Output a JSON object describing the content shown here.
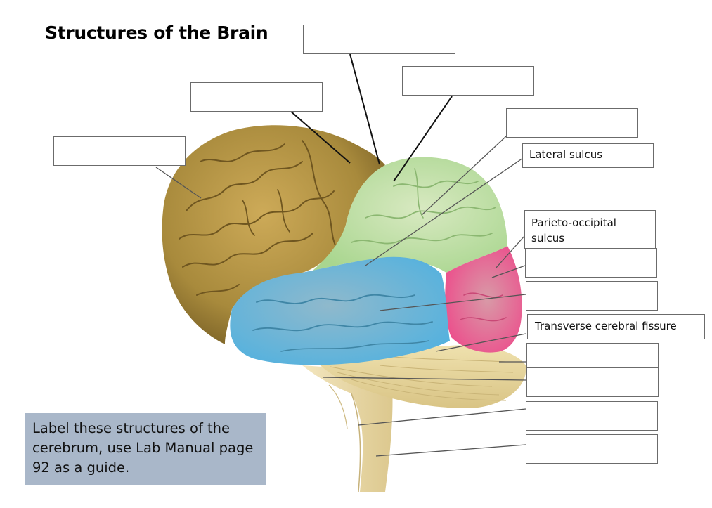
{
  "title": "Structures of the Brain",
  "instructions": "Label these structures of the cerebrum, use Lab Manual page 92 as a guide.",
  "labels": [
    {
      "id": "box-1",
      "text": ""
    },
    {
      "id": "box-2",
      "text": ""
    },
    {
      "id": "box-3",
      "text": ""
    },
    {
      "id": "box-4",
      "text": ""
    },
    {
      "id": "box-5",
      "text": ""
    },
    {
      "id": "box-6",
      "text": "Lateral sulcus"
    },
    {
      "id": "box-7",
      "text": "Parieto-occipital\nsulcus"
    },
    {
      "id": "box-8",
      "text": ""
    },
    {
      "id": "box-9",
      "text": ""
    },
    {
      "id": "box-10",
      "text": "Transverse cerebral fissure"
    },
    {
      "id": "box-11",
      "text": ""
    },
    {
      "id": "box-12",
      "text": ""
    },
    {
      "id": "box-13",
      "text": ""
    },
    {
      "id": "box-14",
      "text": ""
    }
  ],
  "colors": {
    "frontal_lobe": "#a88a3c",
    "parietal_lobe": "#b9dd9e",
    "temporal_lobe": "#6fb5d6",
    "occipital_lobe": "#e9638f",
    "cerebellum": "#e9dba5",
    "brainstem": "#ead9a8",
    "instruction_box": "#a9b7c9"
  }
}
